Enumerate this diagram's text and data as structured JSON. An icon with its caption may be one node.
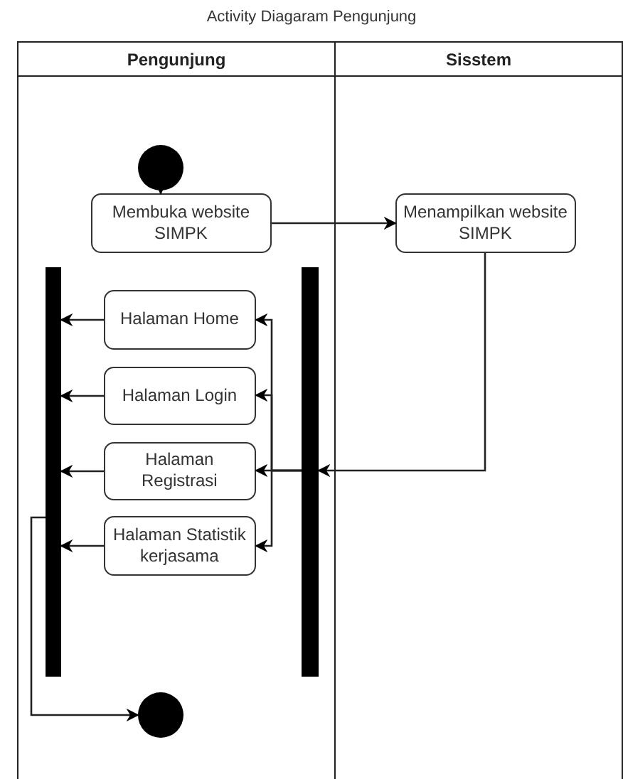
{
  "diagram": {
    "title": "Activity Diagaram Pengunjung",
    "nodes": [
      {
        "text": [
          "Pengunjung"
        ]
      },
      {
        "text": [
          "Sisstem"
        ]
      },
      {
        "text": [],
        "shape": "circle",
        "in": 0
      },
      {
        "text": [
          "Membuka website SIMPK"
        ],
        "in": 0
      },
      {
        "text": [
          "Menampilkan website SIMPK"
        ],
        "in": 1
      },
      {
        "text": [],
        "shape": "bar",
        "in": 0
      },
      {
        "text": [],
        "shape": "bar",
        "in": 0
      },
      {
        "text": [
          "Halaman Home"
        ],
        "in": 0
      },
      {
        "text": [
          "Halaman Login"
        ],
        "in": 0
      },
      {
        "text": [
          "Halaman Registrasi"
        ],
        "in": 0
      },
      {
        "text": [
          "Halaman Statistik kerjasama"
        ],
        "in": 0
      },
      {
        "text": [],
        "shape": "circle",
        "in": 0
      }
    ],
    "edges": [
      {
        "from": 2,
        "to": 3,
        "arrow": "to"
      },
      {
        "from": 3,
        "to": 4,
        "arrow": "to"
      },
      {
        "from": 4,
        "to": 6,
        "arrow": "to"
      },
      {
        "from": 6,
        "to": 7,
        "arrow": "to"
      },
      {
        "from": 6,
        "to": 8,
        "arrow": "to"
      },
      {
        "from": 6,
        "to": 9,
        "arrow": "to"
      },
      {
        "from": 6,
        "to": 10,
        "arrow": "to"
      },
      {
        "from": 7,
        "to": 5,
        "arrow": "to"
      },
      {
        "from": 8,
        "to": 5,
        "arrow": "to"
      },
      {
        "from": 9,
        "to": 5,
        "arrow": "to"
      },
      {
        "from": 10,
        "to": 5,
        "arrow": "to"
      },
      {
        "from": 5,
        "to": 11,
        "arrow": "to"
      }
    ]
  }
}
